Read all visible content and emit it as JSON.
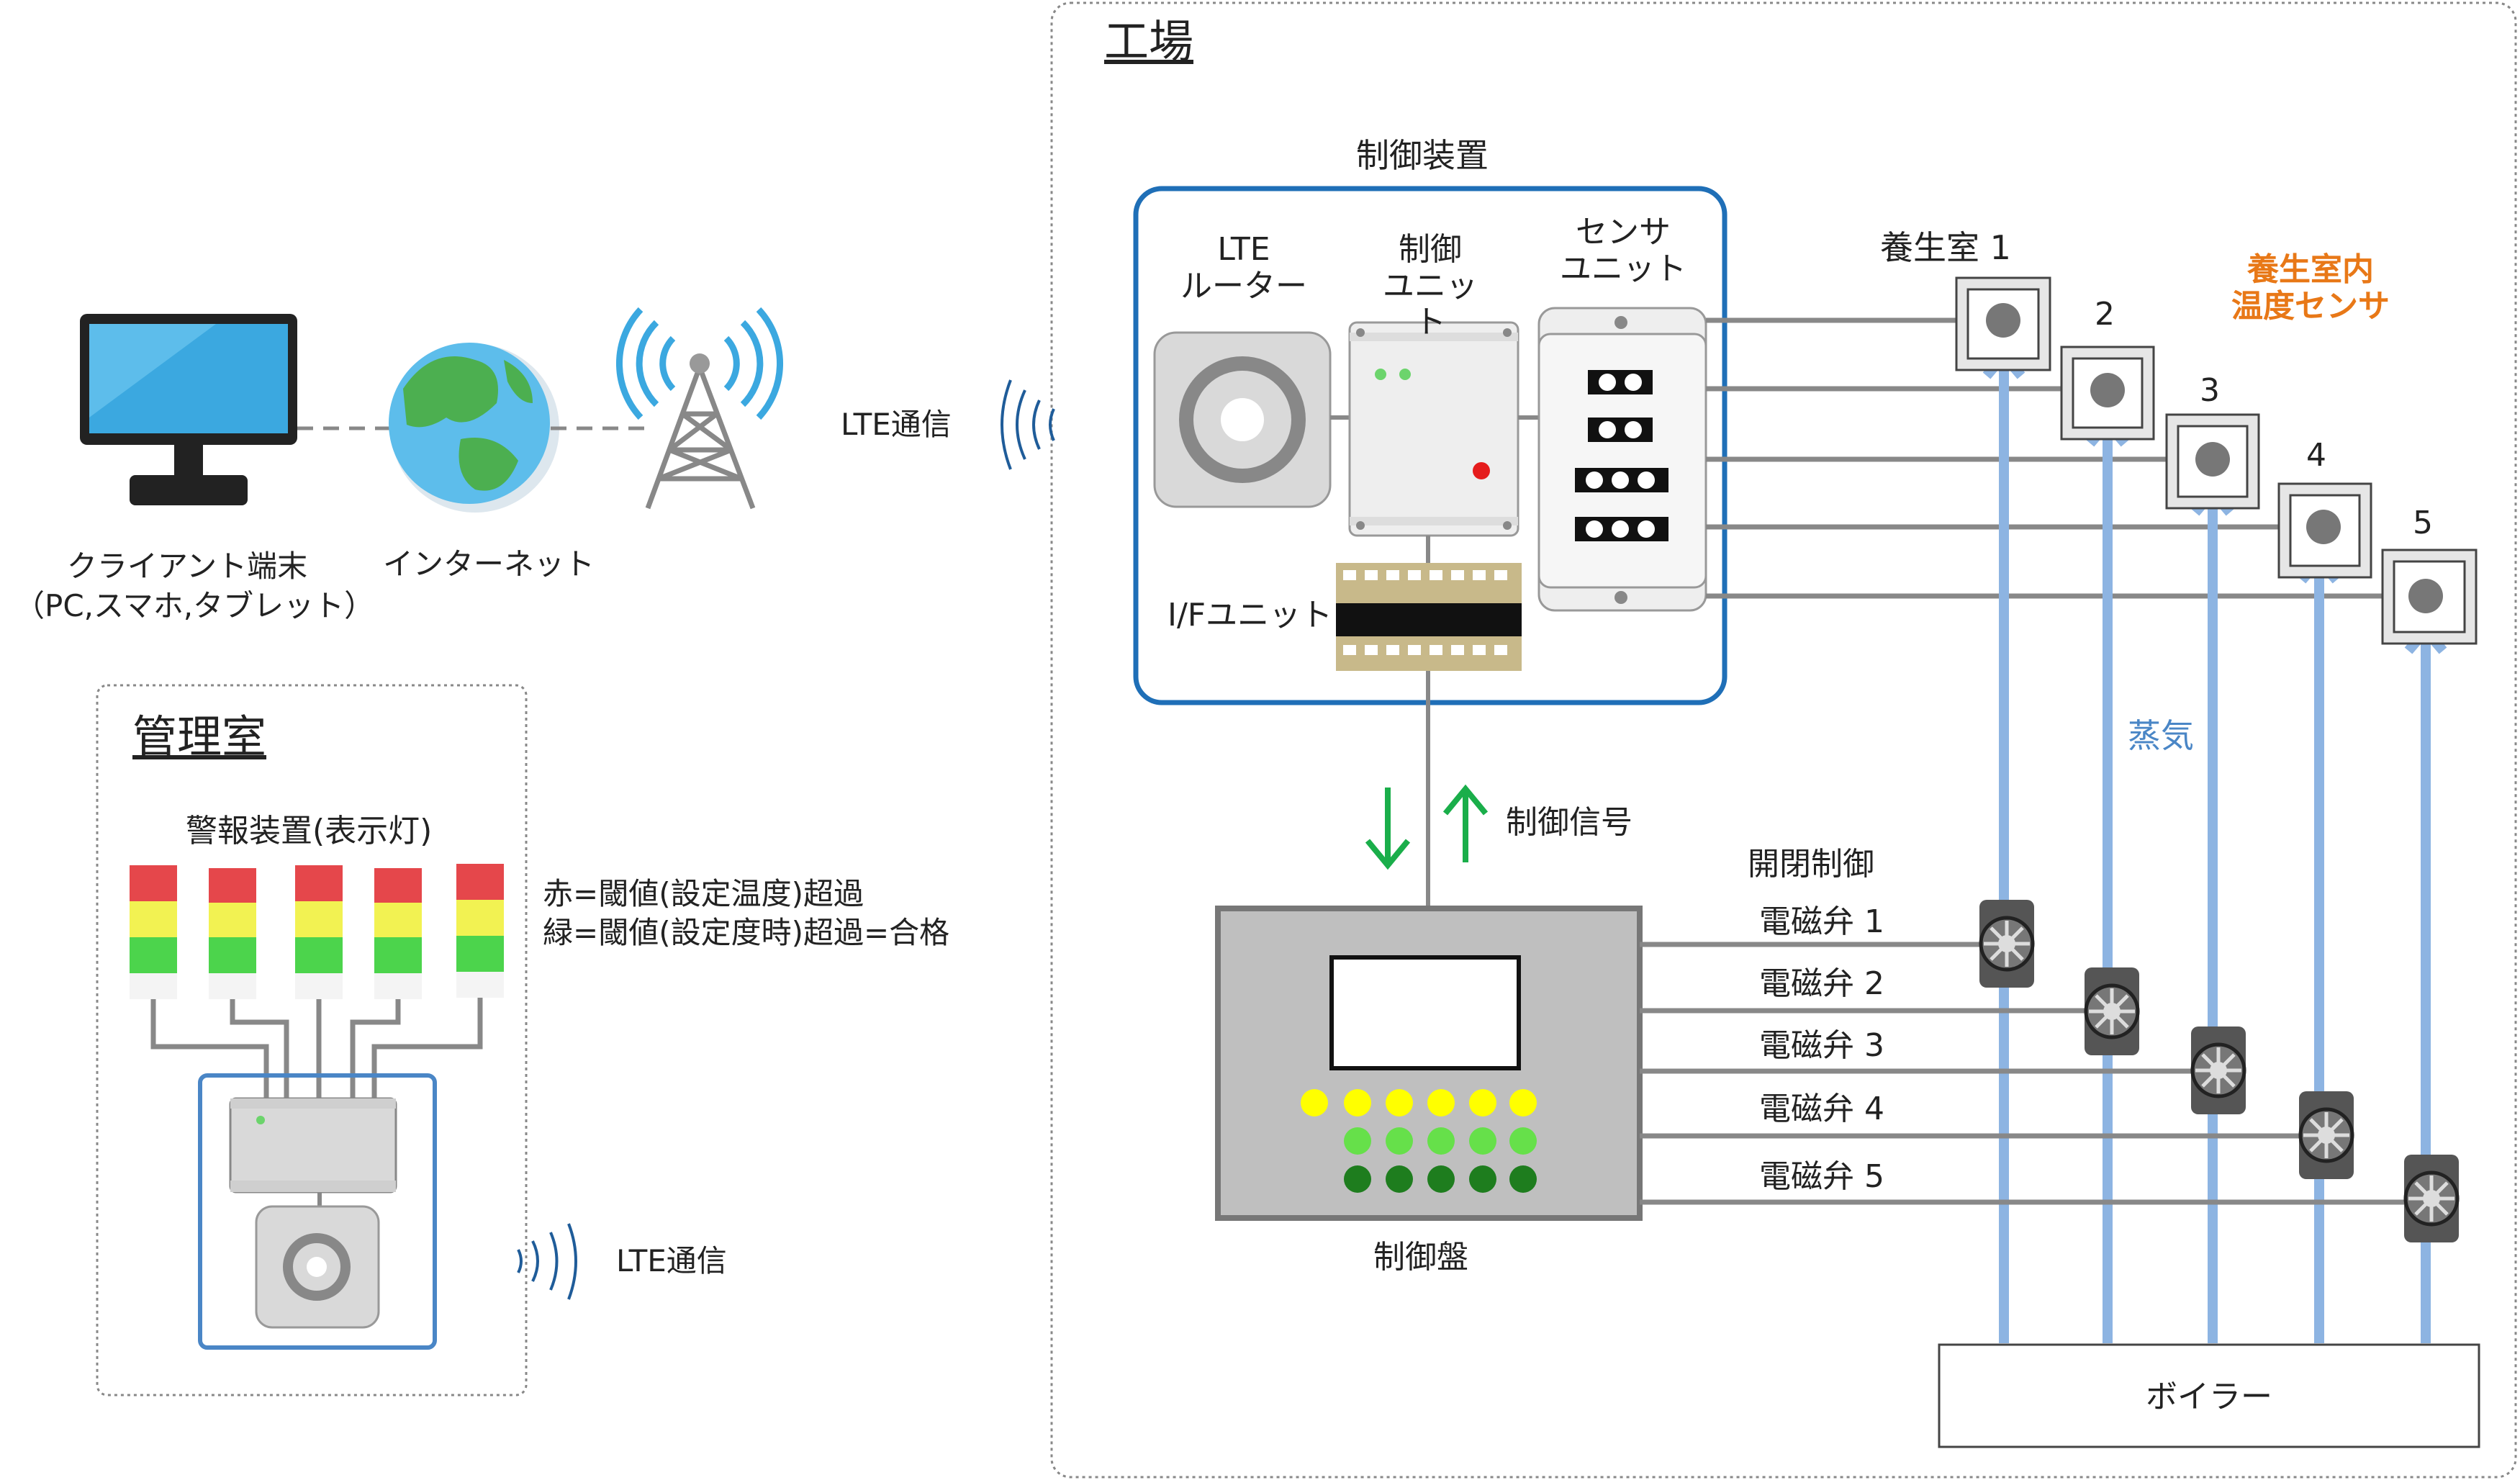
{
  "factory": {
    "title": "工場",
    "control_device_label": "制御装置",
    "lte_router_label": "LTE\nルーター",
    "control_unit_label": "制御\nユニット",
    "sensor_unit_label": "センサ\nユニット",
    "if_unit_label": "I/Fユニット",
    "curing_room_label": "養生室 1",
    "room_numbers": [
      "2",
      "3",
      "4",
      "5"
    ],
    "temp_sensor_label": "養生室内\n温度センサ",
    "steam_label": "蒸気",
    "control_signal_label": "制御信号",
    "open_close_label": "開閉制御",
    "valves": [
      "電磁弁 1",
      "電磁弁 2",
      "電磁弁 3",
      "電磁弁 4",
      "電磁弁 5"
    ],
    "panel_label": "制御盤",
    "boiler_label": "ボイラー"
  },
  "network": {
    "client_label": "クライアント端末\n（PC,スマホ,タブレット）",
    "internet_label": "インターネット",
    "lte_comm_top": "LTE通信",
    "lte_comm_bottom": "LTE通信"
  },
  "admin_room": {
    "title": "管理室",
    "alarm_label": "警報装置(表示灯)",
    "legend_red": "赤=閾値(設定温度)超過",
    "legend_green": "緑=閾値(設定度時)超過=合格"
  },
  "colors": {
    "accent_blue": "#1F6FB7",
    "steam_blue": "#8DB4E2",
    "signal_green": "#1AAE4A",
    "sensor_orange": "#E87817"
  }
}
